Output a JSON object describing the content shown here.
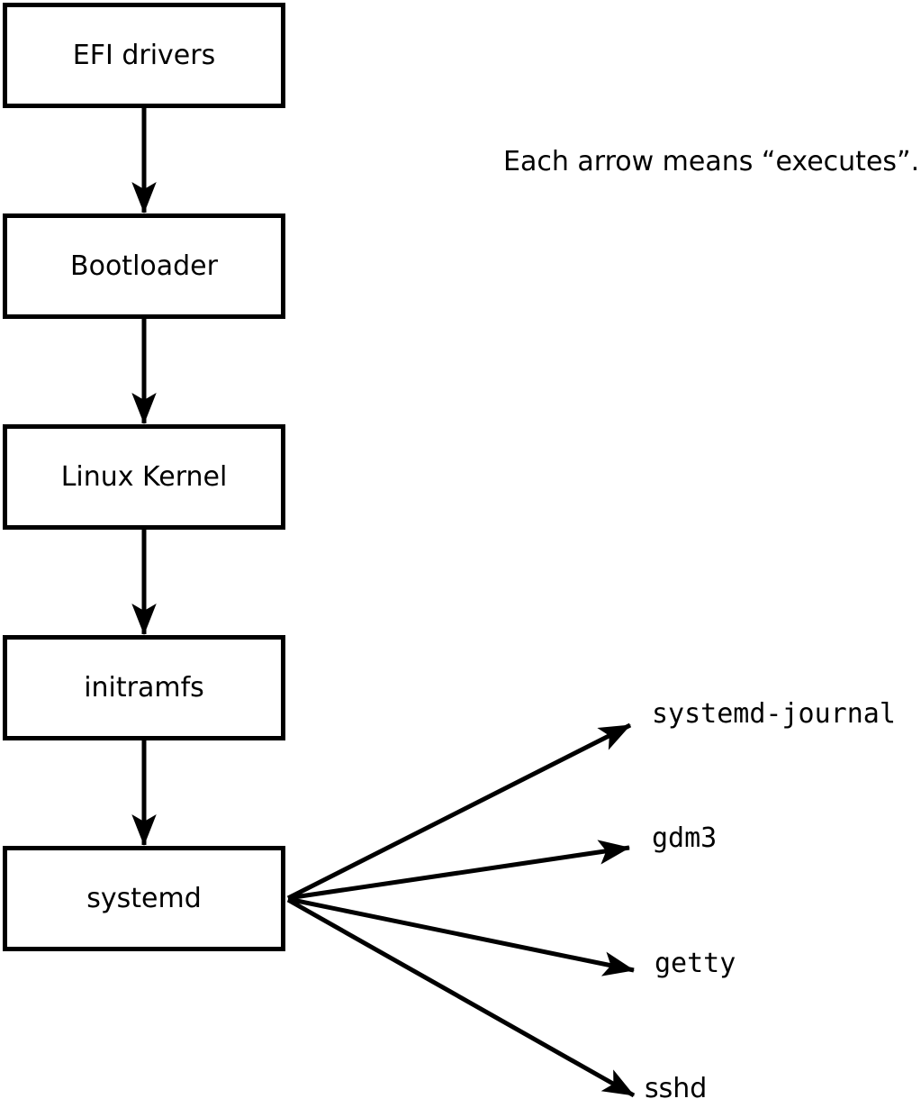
{
  "diagram": {
    "annotation": "Each arrow means “executes”.",
    "chain": [
      {
        "label": "EFI drivers"
      },
      {
        "label": "Bootloader"
      },
      {
        "label": "Linux Kernel"
      },
      {
        "label": "initramfs"
      },
      {
        "label": "systemd"
      }
    ],
    "spawned": [
      {
        "label": "systemd-journal"
      },
      {
        "label": "gdm3"
      },
      {
        "label": "getty"
      },
      {
        "label": "sshd"
      }
    ],
    "arrow_meaning": "executes",
    "colors": {
      "line": "#000000",
      "box_fill": "#ffffff",
      "text": "#000000",
      "background": "#ffffff"
    }
  }
}
